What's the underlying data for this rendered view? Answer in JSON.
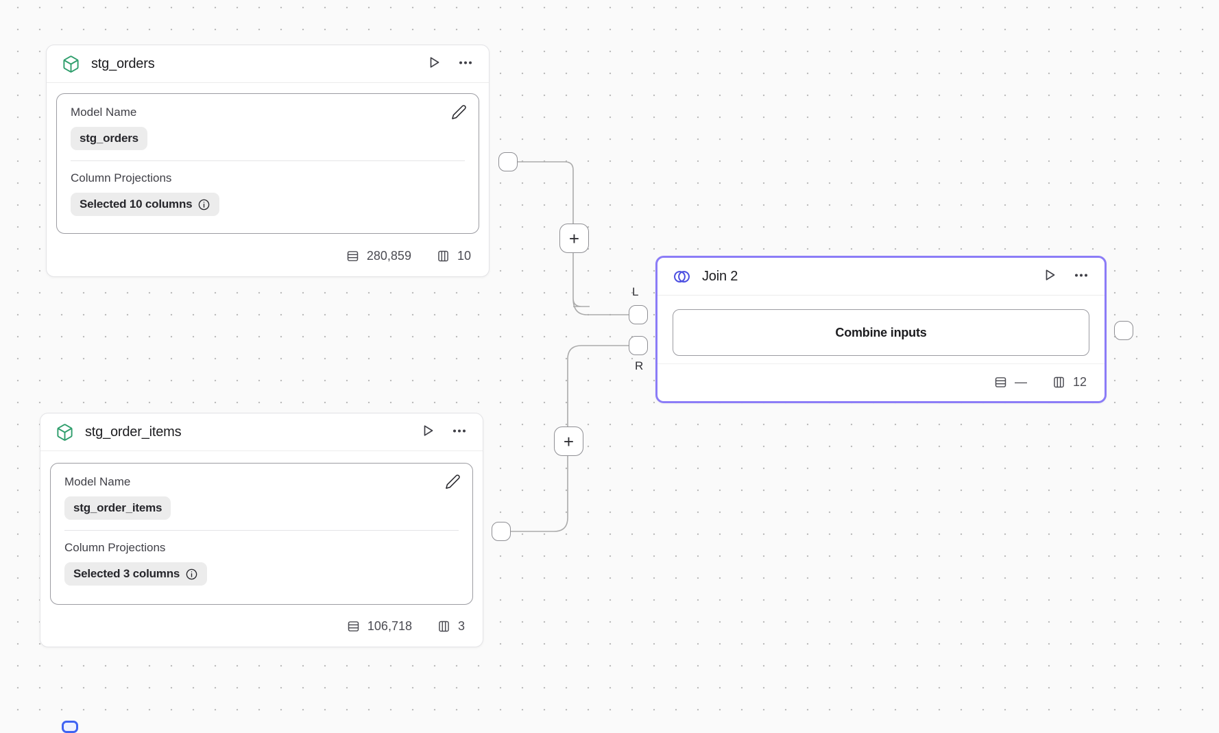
{
  "canvas": {
    "background_color": "#fafafa",
    "dot_color": "#bcbcbc"
  },
  "colors": {
    "model_icon_green": "#2f9e6c",
    "join_icon_indigo": "#4c4fe1",
    "selected_node_border": "#8b7cf7",
    "edge_gray": "#ababab",
    "chip_background": "#ececec",
    "offscreen_fragment_blue": "#3f63f2"
  },
  "icons": {
    "model_type": "cube-icon",
    "join_type": "join-venn-icon",
    "run": "play-icon",
    "menu": "ellipsis-icon",
    "edit": "pencil-icon",
    "info": "info-icon",
    "row_count": "rows-icon",
    "column_count": "columns-icon"
  },
  "nodes": {
    "stg_orders": {
      "title": "stg_orders",
      "model_name": {
        "label": "Model Name",
        "value": "stg_orders"
      },
      "column_projections": {
        "label": "Column Projections",
        "value": "Selected 10 columns"
      },
      "stats": {
        "rows": "280,859",
        "columns": "10"
      }
    },
    "stg_order_items": {
      "title": "stg_order_items",
      "model_name": {
        "label": "Model Name",
        "value": "stg_order_items"
      },
      "column_projections": {
        "label": "Column Projections",
        "value": "Selected 3 columns"
      },
      "stats": {
        "rows": "106,718",
        "columns": "3"
      }
    },
    "join2": {
      "title": "Join 2",
      "combine_button_label": "Combine inputs",
      "stats": {
        "rows": "—",
        "columns": "12"
      },
      "ports": {
        "left_label": "L",
        "right_label": "R"
      }
    }
  },
  "connectors": {
    "add_button_label": "+"
  }
}
